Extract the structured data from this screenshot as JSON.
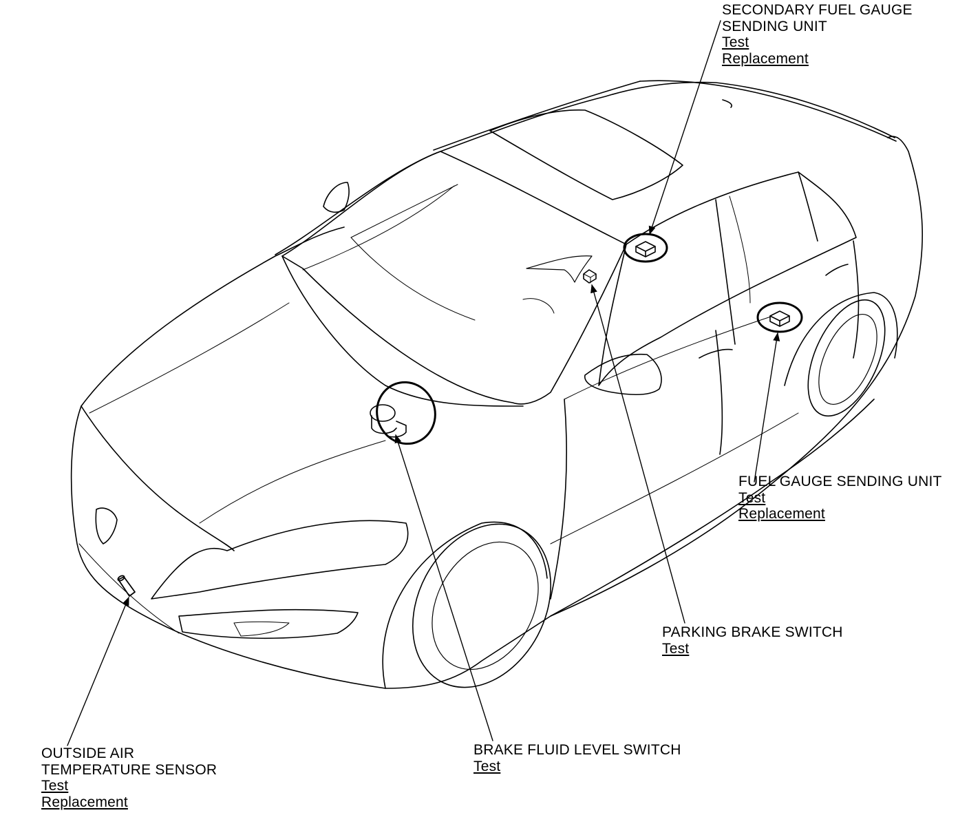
{
  "callouts": {
    "secondary_fuel": {
      "title_lines": [
        "SECONDARY FUEL GAUGE",
        "SENDING UNIT"
      ],
      "links": [
        "Test",
        "Replacement"
      ]
    },
    "fuel_gauge": {
      "title_lines": [
        "FUEL GAUGE SENDING UNIT"
      ],
      "links": [
        "Test",
        "Replacement"
      ]
    },
    "parking_brake": {
      "title_lines": [
        "PARKING BRAKE SWITCH"
      ],
      "links": [
        "Test"
      ]
    },
    "brake_fluid": {
      "title_lines": [
        "BRAKE FLUID LEVEL SWITCH"
      ],
      "links": [
        "Test"
      ]
    },
    "outside_air": {
      "title_lines": [
        "OUTSIDE AIR",
        "TEMPERATURE SENSOR"
      ],
      "links": [
        "Test",
        "Replacement"
      ]
    }
  },
  "colors": {
    "line": "#000000",
    "background": "#ffffff"
  },
  "icons": [
    "component-box-icon",
    "brake-fluid-reservoir-icon",
    "sensor-icon"
  ]
}
